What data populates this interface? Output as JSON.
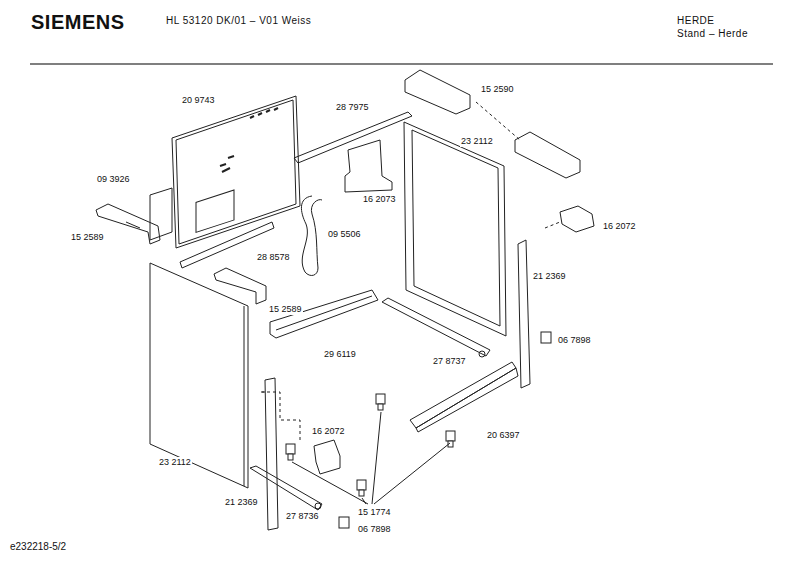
{
  "diagram": {
    "labels": [
      "SIEMENS",
      "HL 53120 DK/01 – V01 Weiss",
      "HERDE",
      "Stand – Herde",
      "20 9743",
      "28 7975",
      "15 2590",
      "23 2112",
      "09 3926",
      "16 2073",
      "16 2072",
      "15 2589",
      "09 5506",
      "28 8578",
      "21 2369",
      "15 2589",
      "06 7898",
      "29 6119",
      "27 8737",
      "20 6397",
      "16 2072",
      "23 2112",
      "21 2369",
      "27 8736",
      "15 1774",
      "06 7898",
      "e232218-5/2"
    ]
  }
}
